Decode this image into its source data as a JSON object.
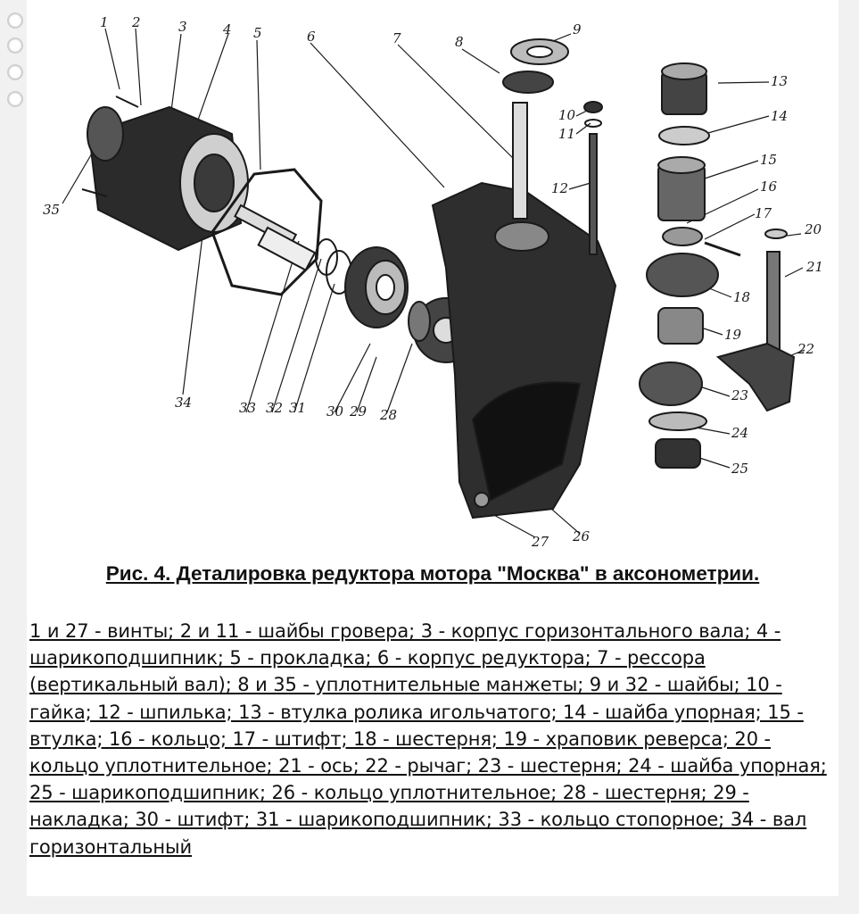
{
  "figure": {
    "part_labels": [
      "1",
      "2",
      "3",
      "4",
      "5",
      "6",
      "7",
      "8",
      "9",
      "10",
      "11",
      "12",
      "13",
      "14",
      "15",
      "16",
      "17",
      "18",
      "19",
      "20",
      "21",
      "22",
      "23",
      "24",
      "25",
      "26",
      "27",
      "28",
      "29",
      "30",
      "31",
      "32",
      "33",
      "34",
      "35"
    ]
  },
  "caption": "Рис. 4. Деталировка редуктора мотора \"Москва\" в аксонометрии.",
  "legend": "1 и 27 - винты; 2 и 11 - шайбы гровера; 3 - корпус горизонтального вала; 4 - шарикоподшипник; 5 - прокладка; 6 - корпус редуктора; 7 - рессора (вертикальный вал); 8 и 35 - уплотнительные манжеты; 9 и 32 - шайбы; 10 - гайка; 12 - шпилька; 13 - втулка ролика игольчатого; 14 - шайба упорная; 15 - втулка; 16 - кольцо; 17 - штифт; 18 - шестерня; 19 - храповик реверса; 20 - кольцо уплотнительное; 21 - ось; 22 - рычаг; 23 - шестерня; 24 - шайба упорная; 25 - шарикоподшипник; 26 - кольцо уплотнительное; 28 - шестерня; 29 - накладка; 30 - штифт; 31 - шарикоподшипник; 33 - кольцо стопорное; 34 - вал горизонтальный"
}
